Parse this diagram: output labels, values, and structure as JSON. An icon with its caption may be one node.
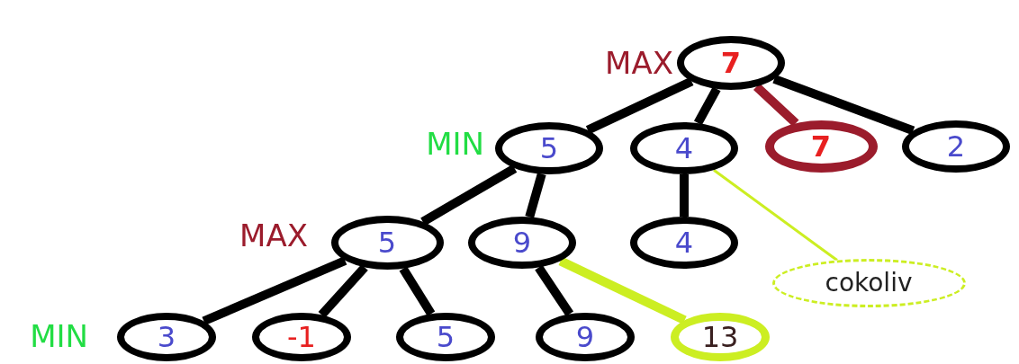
{
  "diagram": {
    "nodes": [
      {
        "text": [
          "7"
        ]
      },
      {
        "text": [
          "5"
        ]
      },
      {
        "text": [
          "4"
        ]
      },
      {
        "text": [
          "7"
        ]
      },
      {
        "text": [
          "2"
        ]
      },
      {
        "text": [
          "5"
        ]
      },
      {
        "text": [
          "9"
        ]
      },
      {
        "text": [
          "4"
        ]
      },
      {
        "text": [
          "3"
        ]
      },
      {
        "text": [
          "-1"
        ]
      },
      {
        "text": [
          "5"
        ]
      },
      {
        "text": [
          "9"
        ]
      },
      {
        "text": [
          "13"
        ]
      },
      {
        "text": [
          "cokoliv"
        ]
      }
    ],
    "edges": [
      {
        "from": 0,
        "to": 1,
        "arrow": "none"
      },
      {
        "from": 0,
        "to": 2,
        "arrow": "none"
      },
      {
        "from": 0,
        "to": 3,
        "arrow": "none",
        "color": "#9b1c2c"
      },
      {
        "from": 0,
        "to": 4,
        "arrow": "none"
      },
      {
        "from": 1,
        "to": 5,
        "arrow": "none"
      },
      {
        "from": 1,
        "to": 6,
        "arrow": "none"
      },
      {
        "from": 2,
        "to": 7,
        "arrow": "none"
      },
      {
        "from": 5,
        "to": 8,
        "arrow": "none"
      },
      {
        "from": 5,
        "to": 9,
        "arrow": "none"
      },
      {
        "from": 5,
        "to": 10,
        "arrow": "none"
      },
      {
        "from": 6,
        "to": 11,
        "arrow": "none"
      },
      {
        "from": 6,
        "to": 12,
        "arrow": "none",
        "color": "#ccee22"
      },
      {
        "from": 13,
        "to": 2,
        "arrow": "none",
        "color": "#ccee22"
      }
    ],
    "labels": [
      "MAX",
      "MIN",
      "MAX",
      "MIN"
    ]
  }
}
